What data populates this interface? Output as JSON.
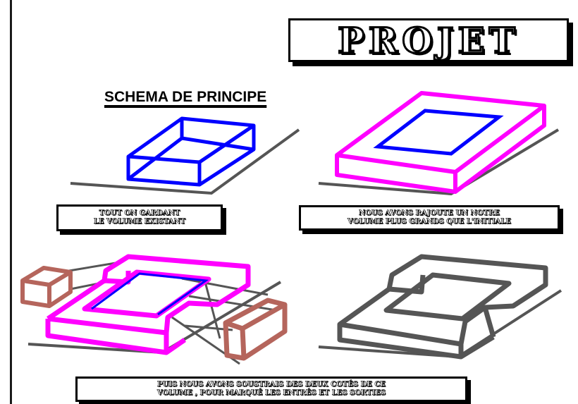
{
  "title": "PROJET",
  "subtitle": "SCHEMA DE PRINCIPE",
  "captions": [
    {
      "line1": "TOUT ON GARDANT",
      "line2": "LE VOLUME EXISTANT"
    },
    {
      "line1": "NOUS AVONS RAJOUTE UN NOTRE",
      "line2": "VOLUME PLUS GRANDS QUE L'INITIALE"
    },
    {
      "line1": "PUIS NOUS AVONS SOUSTRAIS DES DEUX COTÉS DE CE",
      "line2": "VOLUME , POUR MARQUÉ LES ENTRÉS ET LES SORTIES"
    }
  ],
  "colors": {
    "existing": "#0000ff",
    "added": "#ff00ff",
    "subtracted": "#b5655c",
    "final": "#555555",
    "ground": "#555555"
  }
}
